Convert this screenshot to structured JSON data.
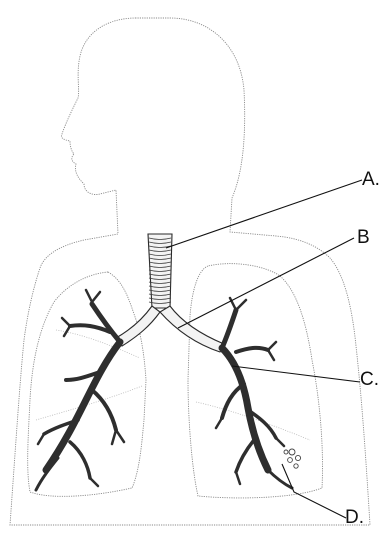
{
  "labels": {
    "a": "A.",
    "b": "B",
    "c": "C.",
    "d": "D."
  },
  "colors": {
    "outline": "#8a8a8a",
    "ink": "#111111"
  }
}
